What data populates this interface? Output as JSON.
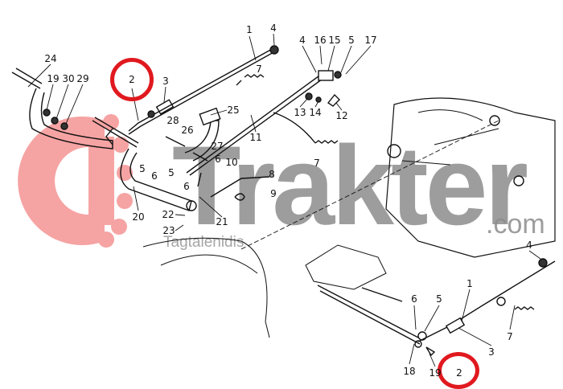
{
  "watermark": {
    "brand": "Trakter",
    "domain": ".com",
    "subtitle": "Tagtalenidis",
    "logo_color": "#f4a0a0"
  },
  "highlight_color": "#e0191f",
  "callouts": [
    "1",
    "4",
    "4",
    "16",
    "15",
    "5",
    "17",
    "24",
    "2",
    "3",
    "19",
    "30",
    "29",
    "7",
    "25",
    "28",
    "13",
    "14",
    "12",
    "26",
    "11",
    "5",
    "6",
    "27",
    "5",
    "6",
    "10",
    "8",
    "6",
    "7",
    "9",
    "20",
    "22",
    "21",
    "23",
    "4",
    "1",
    "6",
    "5",
    "7",
    "3",
    "18",
    "19",
    "2"
  ]
}
